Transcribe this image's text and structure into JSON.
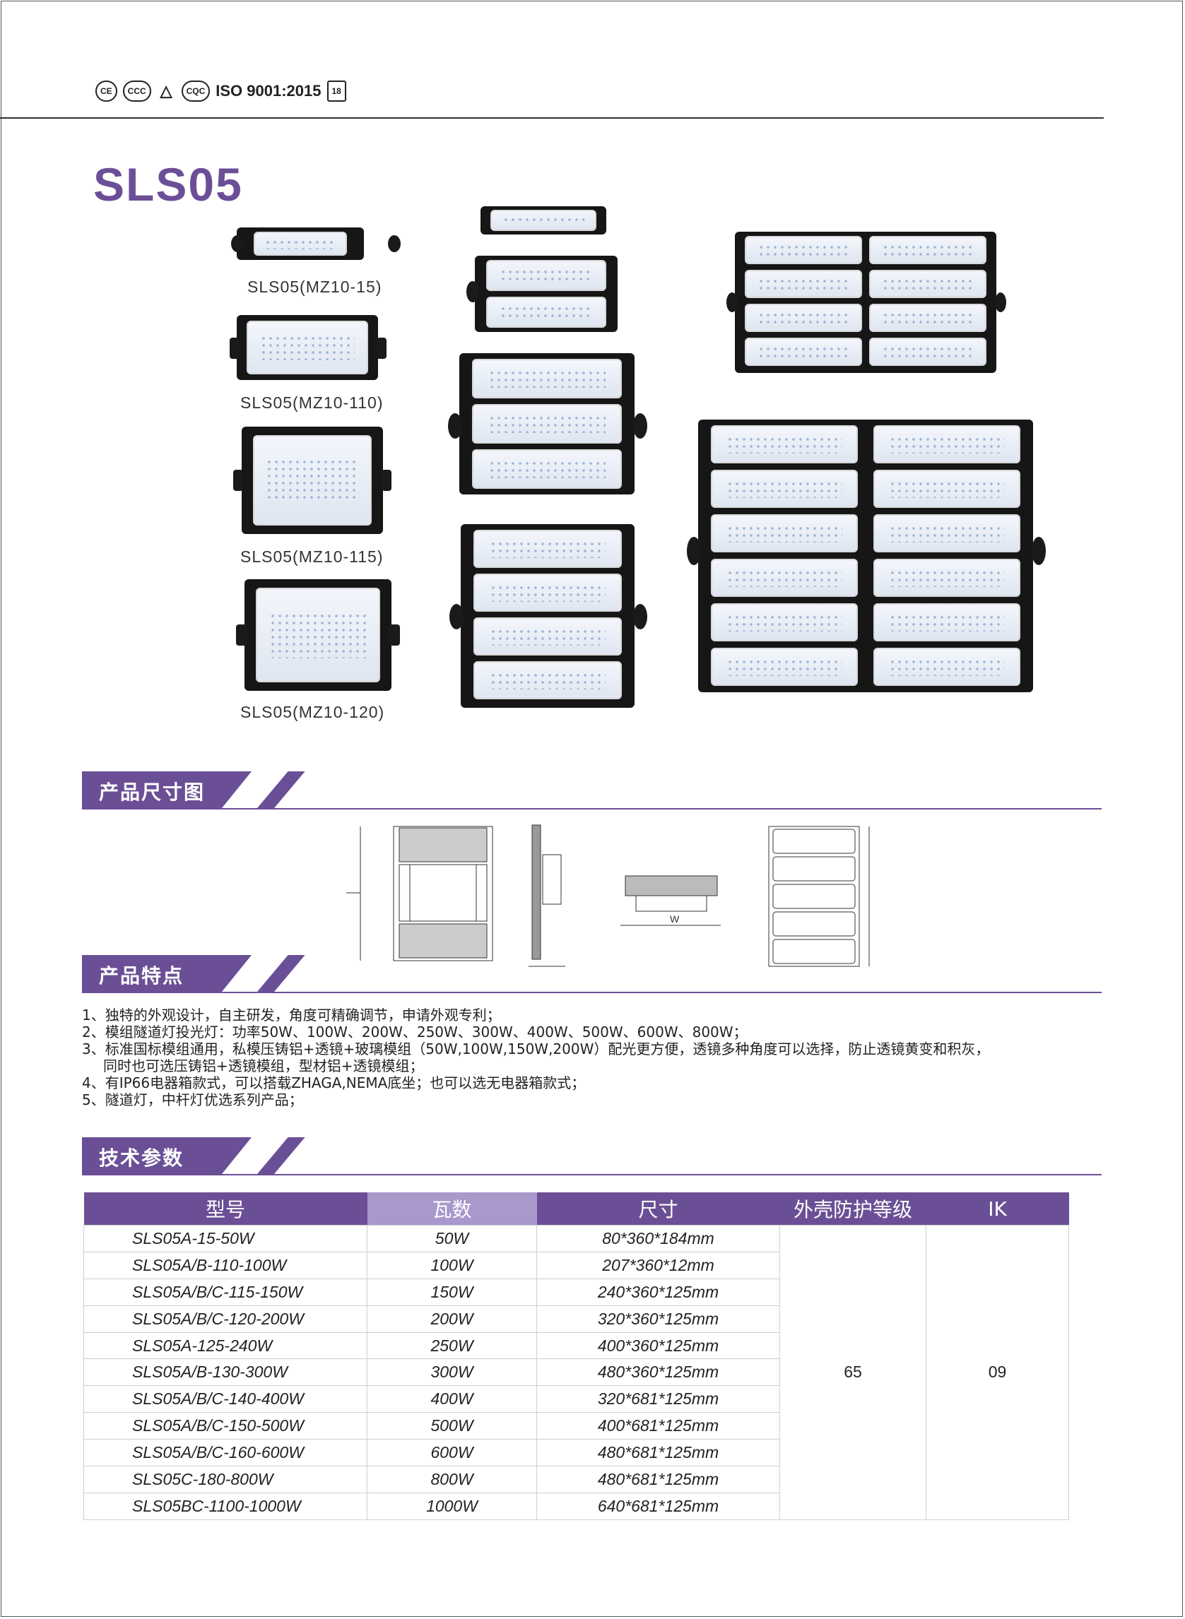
{
  "header": {
    "certifications": [
      "CE",
      "CCC",
      "△",
      "CQC"
    ],
    "iso": "ISO 9001:2015",
    "badge": "18"
  },
  "product": {
    "title": "SLS05",
    "captions": [
      "SLS05(MZ10-15)",
      "SLS05(MZ10-110)",
      "SLS05(MZ10-115)",
      "SLS05(MZ10-120)"
    ]
  },
  "sections": {
    "dimensions": "产品尺寸图",
    "features": "产品特点",
    "specs": "技术参数"
  },
  "drawings": {
    "side_label": "W"
  },
  "features": [
    "1、独特的外观设计，自主研发，角度可精确调节，申请外观专利；",
    "2、模组隧道灯投光灯：功率50W、100W、200W、250W、300W、400W、500W、600W、800W；",
    "3、标准国标模组通用，私模压铸铝+透镜+玻璃模组（50W,100W,150W,200W）配光更方便，透镜多种角度可以选择，防止透镜黄变和积灰，",
    "同时也可选压铸铝+透镜模组，型材铝+透镜模组；",
    "4、有IP66电器箱款式，可以搭载ZHAGA,NEMA底坐；也可以选无电器箱款式；",
    "5、隧道灯，中杆灯优选系列产品；"
  ],
  "table": {
    "headers": [
      "型号",
      "瓦数",
      "尺寸",
      "外壳防护等级",
      "IK"
    ],
    "rows": [
      [
        "SLS05A-15-50W",
        "50W",
        "80*360*184mm"
      ],
      [
        "SLS05A/B-110-100W",
        "100W",
        "207*360*12mm"
      ],
      [
        "SLS05A/B/C-115-150W",
        "150W",
        "240*360*125mm"
      ],
      [
        "SLS05A/B/C-120-200W",
        "200W",
        "320*360*125mm"
      ],
      [
        "SLS05A-125-240W",
        "250W",
        "400*360*125mm"
      ],
      [
        "SLS05A/B-130-300W",
        "300W",
        "480*360*125mm"
      ],
      [
        "SLS05A/B/C-140-400W",
        "400W",
        "320*681*125mm"
      ],
      [
        "SLS05A/B/C-150-500W",
        "500W",
        "400*681*125mm"
      ],
      [
        "SLS05A/B/C-160-600W",
        "600W",
        "480*681*125mm"
      ],
      [
        "SLS05C-180-800W",
        "800W",
        "480*681*125mm"
      ],
      [
        "SLS05BC-1100-1000W",
        "1000W",
        "640*681*125mm"
      ]
    ],
    "ip": "65",
    "ik": "09"
  }
}
